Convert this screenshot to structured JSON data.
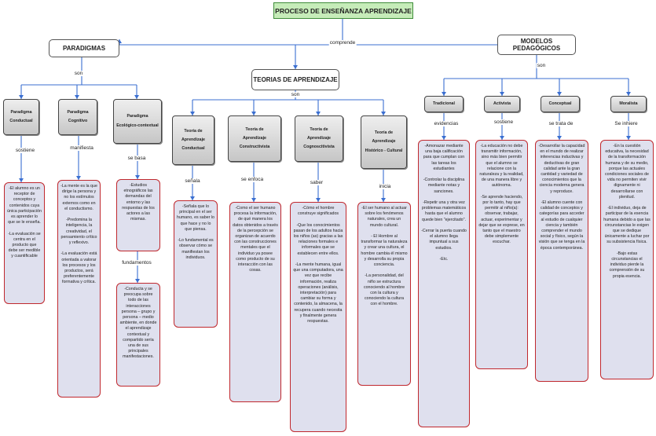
{
  "title": "PROCESO DE ENSEÑANZA APRENDIZAJE",
  "links": {
    "comprende": "comprende",
    "son_paradigmas": "son",
    "son_teorias": "son",
    "son_modelos": "son",
    "sostiene": "sostiene",
    "manifiesta": "manifiesta",
    "se_basa": "se basa",
    "fundamentos": "fundamentos",
    "senala": "señala",
    "se_enfoca": "se enfoca",
    "saber": "saber",
    "inicia": "inicia",
    "evidencias": "evidencias",
    "sostiene2": "sostiene",
    "se_trata_de": "se trata de",
    "se_inhiere": "Se inhiere"
  },
  "paradigmas": {
    "label": "PARADIGMAS",
    "items": [
      {
        "name": "Paradigma\nConductual",
        "content": "-El alumno es un receptor de conceptos y contenidos cuya única participación es aprender lo que se le enseña.\n\n-La evaluación se centra en el producto que debe ser medible y cuantificable"
      },
      {
        "name": "Paradigma\nCognitivo",
        "content": "-La mente es la que dirige la persona y no los estímulos externos como en el conductismo.\n\n-Predomina la inteligencia, la creatividad, el pensamiento crítico y reflexivo.\n\n-La evaluación está orientada a valorar los procesos y los productos, será preferentemente formativa y crítica."
      },
      {
        "name": "Paradigma\nEcológico-contextual",
        "content1": "-Estudios etnográficos las demandas del entorno y las respuestas de los actores a las mismas.",
        "content2": "-Conducta y se preocupa sobre todo de las interacciones persona – grupo y persona – medio ambiente, en donde el aprendizaje contextual y compartido sería una de sus principales manifestaciones."
      }
    ]
  },
  "teorias": {
    "label": "TEORIAS DE APRENDIZAJE",
    "items": [
      {
        "name": "Teoría de\nAprendizaje\nConductual",
        "content": "-Señala que lo principal en el ser humano, es saber lo que hace y no lo que piensa.\n\n-Lo fundamental es observar cómo se manifiestan los individuos."
      },
      {
        "name": "Teoría de\nAprendizaje\nConstructivista",
        "content": "-Como el ser humano procesa la información, de qué manera los datos obtenidos a través de la percepción se organizan de acuerdo con las construcciones mentales que el individuo ya posee como producto de su interacción con las cosas."
      },
      {
        "name": "Teoría de\nAprendizaje\nCognoscitivista",
        "content": "-Cómo el hombre construye significados\n\n-Que los conocimientos pasan de los adultos hacia los niños (as) gracias a las relaciones formales e informales que se establecen entre ellos.\n\n-La mente humana, igual que una computadora, una vez que recibe información, realiza operaciones (análisis, interpretación) para cambiar su forma y contenido, la almacena, la recupera cuando necesita y finalmente genera respuestas."
      },
      {
        "name": "Teoría de\nAprendizaje\nHistórico - Cultural",
        "content": "-El ser humano al actuar sobre los fenómenos naturales, crea un mundo cultural.\n\n- El Hombre al transformar la naturaleza y crear una cultura, el hombre cambia él mismo y desarrolla su propia conciencia.\n\n-La personalidad, del niño se estructura conociendo al hombre con la cultura y conociendo la cultura con el hombre."
      }
    ]
  },
  "modelos": {
    "label": "MODELOS PEDAGÓGICOS",
    "items": [
      {
        "name": "Tradicional",
        "content": "-Amonazar mediante una baja calificación para que cumplan con las tareas los estudiantes\n\n-Controlar la disciplina mediante notas y sanciones.\n\n-Repetir una y otra vez problemas matemáticos hasta que el alumno quede bien \"ejercitado\".\n\n-Cerrar la puerta cuando el alumno llega impuntual a sus estudios.\n\n-Etc."
      },
      {
        "name": "Activista",
        "content": "-La educación no debe transmitir información, sino más bien permitir que el alumno se relacione con la naturaleza y la realidad, de una manera libre y autónoma.\n\n-Se aprende haciendo, por lo tanto, hay que permitir al niño(a): observar, trabajar, actuar, experimentar y dejar que se exprese, en tanto que el maestro debe simplemente escuchar."
      },
      {
        "name": "Conceptual",
        "content": "-Desarrollar la capacidad en el mundo de realizar inferencias inductivas y deductivas de gran calidad ante la gran cantidad y variedad de conocimientos que la ciencia moderna genera y reproduce.\n\n-El alumno cuente con calidad de conceptos y categorías para acceder al estudio de cualquier ciencia y también comprender el mundo social y físico, según la visión que se tenga en la época contemporánea."
      },
      {
        "name": "Moralista",
        "content": "-En la cuestión educativa, la necesidad de la transformación humana y de su medio, porque las actuales condiciones sociales de vida no permiten vivir dignamente ni desarrollarse con plenitud.\n\n-El individuo, deja de participar de la esencia humana debido a que las circunstancias le exigen que se dedique únicamente a luchar por su subsistencia física.\n\n-Bajo estas circunstancias el individuo pierde la comprensión de su propia esencia."
      }
    ]
  }
}
